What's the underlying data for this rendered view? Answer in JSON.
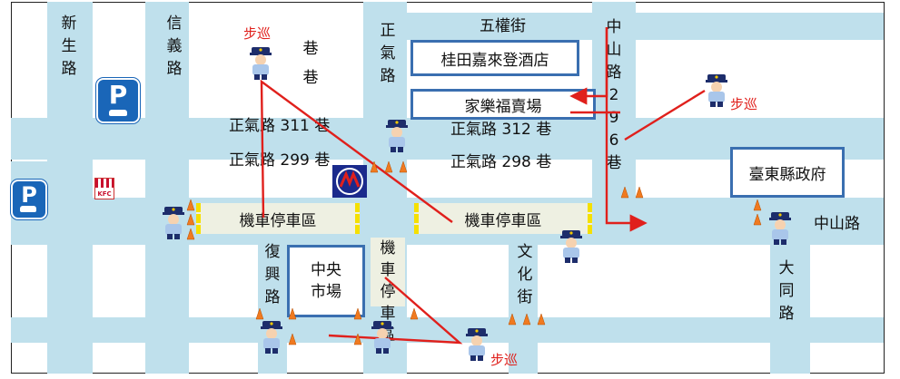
{
  "roads": {
    "xinsheng": "新生路",
    "xinyi": "信義路",
    "xiang": "巷巷",
    "zhengqi": "正氣路",
    "wuquan": "五權街",
    "zhongshan_296": "中山路296巷",
    "zhengqi_311": "正氣路 311 巷",
    "zhengqi_299": "正氣路 299 巷",
    "zhengqi_312": "正氣路 312 巷",
    "zhengqi_298": "正氣路 298 巷",
    "zhongshan": "中山路",
    "fuxing": "復興路",
    "wenhua": "文化街",
    "datong": "大同路"
  },
  "places": {
    "guitian": "桂田嘉來登酒店",
    "jialefu": "家樂福賣場",
    "county_gov": "臺東縣政府",
    "central_market": "中央市場"
  },
  "parking_zones": {
    "left": "機車停車區",
    "center": "機車停車區",
    "market": "機車停車區"
  },
  "patrol": {
    "top_left": "步巡",
    "top_right": "步巡",
    "bottom": "步巡"
  },
  "signs": {
    "parking_letter": "P",
    "kfc": "KFC"
  },
  "colors": {
    "road": "#bfe0ec",
    "box_border": "#3a6fb0",
    "route": "#e0201c",
    "parking_sign": "#1a66b8"
  }
}
